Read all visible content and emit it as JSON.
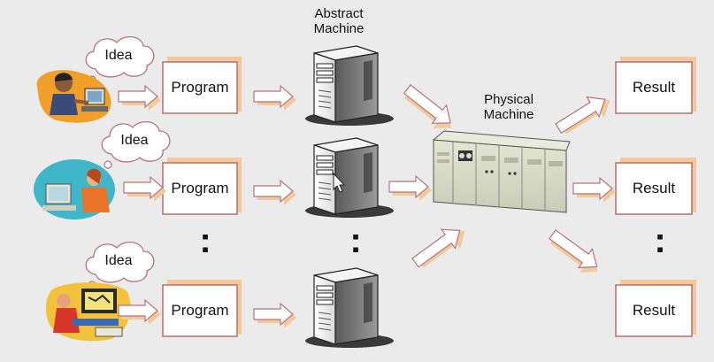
{
  "header": {
    "abstract_machine": "Abstract\nMachine"
  },
  "ideas": [
    "Idea",
    "Idea",
    "Idea"
  ],
  "programs": [
    "Program",
    "Program",
    "Program"
  ],
  "physical_machine": "Physical\nMachine",
  "results": [
    "Result",
    "Result",
    "Result"
  ],
  "ellipsis": ":",
  "colors": {
    "background": "#ebebeb",
    "box_border": "#c1696c",
    "box_shadow": "#f2c99a",
    "arrow_stroke": "#b8727a",
    "arrow_fill": "#ffffff",
    "arrow_shadow": "#f2c99a",
    "server_body": "#ffffff",
    "server_shade": "#8c8c8c",
    "server_dark": "#2a2a2a",
    "machine_body": "#d6d8c6",
    "machine_shade": "#b4b7a2"
  },
  "icons": [
    "person-at-computer-icon",
    "server-tower-icon",
    "mainframe-icon",
    "thought-cloud-icon"
  ]
}
